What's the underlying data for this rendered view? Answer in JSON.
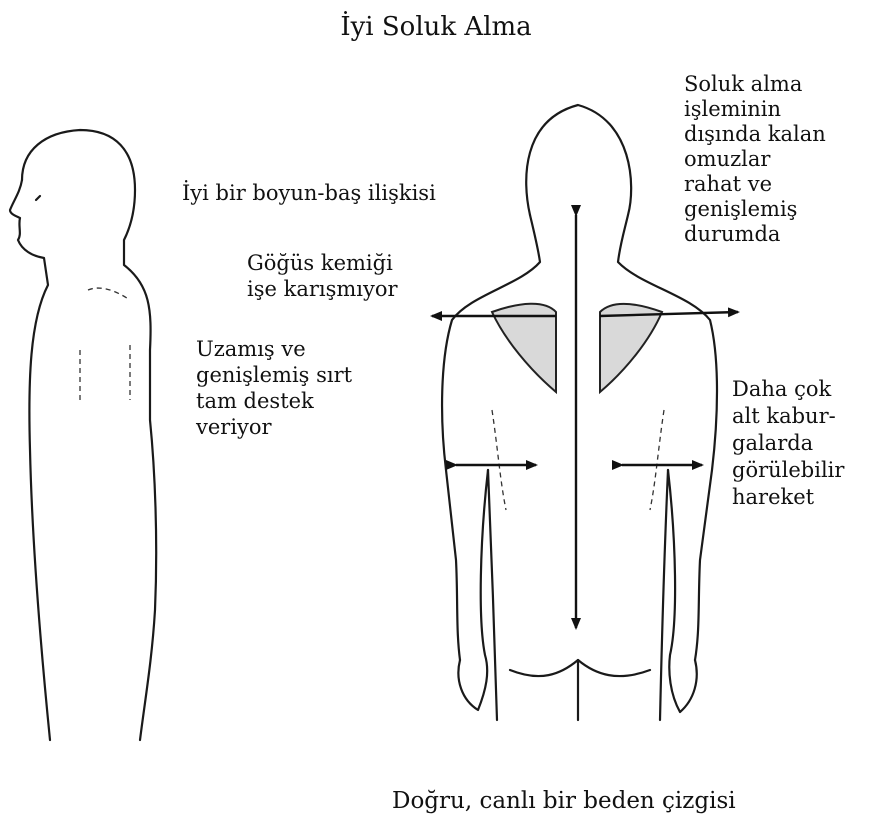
{
  "title": "İyi Soluk Alma",
  "labels": {
    "head_neck": "İyi bir boyun-baş ilişkisi",
    "sternum": "Göğüs kemiği\nişe karışmıyor",
    "back": "Uzamış ve\ngenişlemiş sırt\ntam destek\nveriyor",
    "shoulders": "Soluk alma\nişleminin\ndışında kalan\nomuzlar\nrahat ve\ngenişlemiş\ndurumda",
    "ribs": "Daha çok\nalt kabur-\ngalarda\ngörülebilir\nhareket"
  },
  "caption": "Doğru, canlı bir beden çizgisi",
  "colors": {
    "line": "#1a1a1a",
    "shading": "#d9d9d9"
  }
}
